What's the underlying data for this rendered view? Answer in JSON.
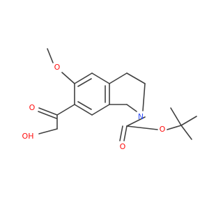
{
  "molecule": {
    "atoms": {
      "o_methoxy": "O",
      "o_acid_carbonyl": "O",
      "o_acid_hydroxyl": "OH",
      "n_ring": "N",
      "o_boc_carbonyl": "O",
      "o_boc_ester": "O"
    },
    "colors": {
      "bond": "#404040",
      "oxygen": "#ff0d0d",
      "nitrogen": "#3050f8",
      "background": "#ffffff"
    }
  }
}
